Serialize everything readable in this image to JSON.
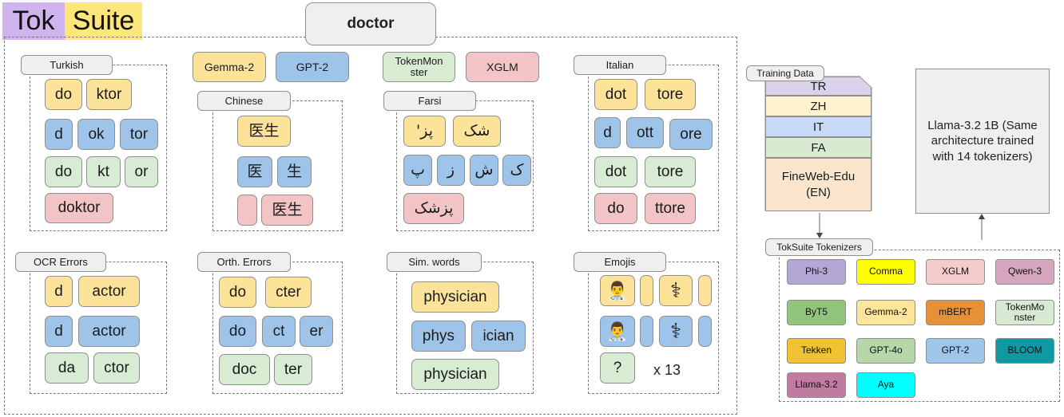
{
  "logo": {
    "part1": "Tok",
    "part2": "Suite"
  },
  "colors": {
    "yellow": "#fde39a",
    "blue": "#9fc4e9",
    "green": "#d7ecd2",
    "pink": "#f3c4c6",
    "logo_purple": "#d0b4f0",
    "logo_yellow": "#fde67a"
  },
  "query_word": "doctor",
  "tokenizer_labels": {
    "gemma": "Gemma-2",
    "gpt2": "GPT-2",
    "tokenmonster": "TokenMon ster",
    "xglm": "XGLM"
  },
  "sections": {
    "turkish": {
      "label": "Turkish",
      "rows": [
        [
          "do",
          "ktor"
        ],
        [
          "d",
          "ok",
          "tor"
        ],
        [
          "do",
          "kt",
          "or"
        ],
        [
          "doktor"
        ]
      ]
    },
    "chinese": {
      "label": "Chinese",
      "rows": [
        [
          "医生"
        ],
        [
          "医",
          "生"
        ],
        [
          "",
          "医生"
        ]
      ]
    },
    "farsi": {
      "label": "Farsi",
      "rows": [
        [
          "پز'",
          "شک"
        ],
        [
          "پ",
          "ز",
          "ش",
          "ک"
        ],
        [
          "پزشک"
        ]
      ]
    },
    "italian": {
      "label": "Italian",
      "rows": [
        [
          "dot",
          "tore"
        ],
        [
          "d",
          "ott",
          "ore"
        ],
        [
          "dot",
          "tore"
        ],
        [
          "do",
          "ttore"
        ]
      ]
    },
    "ocr": {
      "label": "OCR Errors",
      "rows": [
        [
          "d",
          "actor"
        ],
        [
          "d",
          "actor"
        ],
        [
          "da",
          "ctor"
        ]
      ]
    },
    "orth": {
      "label": "Orth. Errors",
      "rows": [
        [
          "do",
          "cter"
        ],
        [
          "do",
          "ct",
          "er"
        ],
        [
          "doc",
          "ter"
        ]
      ]
    },
    "sim": {
      "label": "Sim. words",
      "rows": [
        [
          "physician"
        ],
        [
          "phys",
          "ician"
        ],
        [
          "physician"
        ]
      ]
    },
    "emojis": {
      "label": "Emojis",
      "icons": {
        "doctor": "👨‍⚕️",
        "staff": "⚕"
      },
      "unknown": "?",
      "multiplier": "x 13"
    }
  },
  "training_data": {
    "label": "Training Data",
    "rows": [
      "TR",
      "ZH",
      "IT",
      "FA",
      "FineWeb-Edu (EN)"
    ]
  },
  "model_box": {
    "text": "Llama-3.2 1B (Same architecture trained with 14 tokenizers)"
  },
  "toksuite_tokenizers": {
    "label": "TokSuite Tokenizers",
    "items": [
      {
        "name": "Phi-3",
        "color": "#b4a7d6"
      },
      {
        "name": "Comma",
        "color": "#ffff00"
      },
      {
        "name": "XGLM",
        "color": "#f4cccc"
      },
      {
        "name": "Qwen-3",
        "color": "#d5a6bd"
      },
      {
        "name": "ByT5",
        "color": "#93c47d"
      },
      {
        "name": "Gemma-2",
        "color": "#ffe599"
      },
      {
        "name": "mBERT",
        "color": "#e69138"
      },
      {
        "name": "TokenMo nster",
        "color": "#d9ead3"
      },
      {
        "name": "Tekken",
        "color": "#f1c232"
      },
      {
        "name": "GPT-4o",
        "color": "#b6d7a8"
      },
      {
        "name": "GPT-2",
        "color": "#9fc5e8"
      },
      {
        "name": "BLOOM",
        "color": "#0f9aa3"
      },
      {
        "name": "Llama-3.2",
        "color": "#c27ba0"
      },
      {
        "name": "Aya",
        "color": "#00ffff"
      }
    ]
  }
}
